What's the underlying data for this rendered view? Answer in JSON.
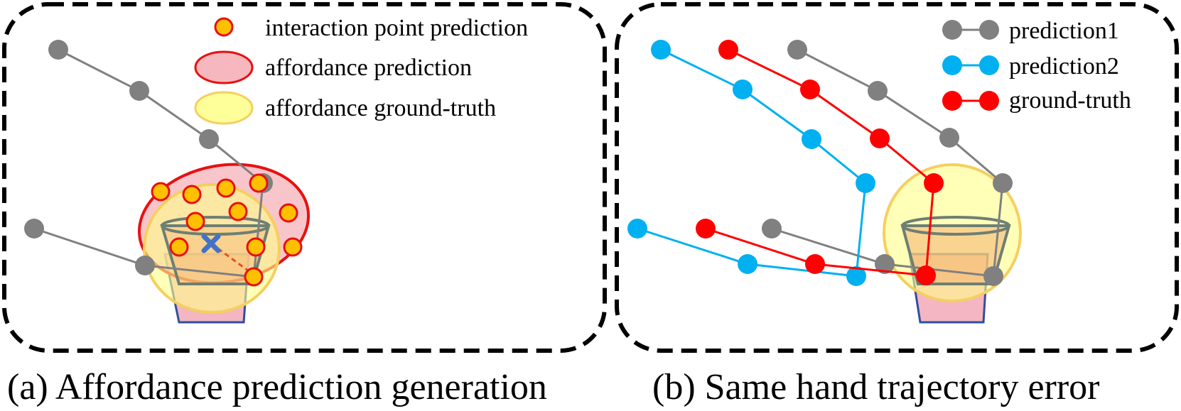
{
  "panel_a": {
    "caption": "(a) Affordance prediction generation",
    "legend": {
      "interaction_point": "interaction point prediction",
      "affordance_prediction": "affordance prediction",
      "affordance_ground_truth": "affordance ground-truth"
    }
  },
  "panel_b": {
    "caption": "(b) Same hand trajectory error",
    "legend": {
      "prediction1": "prediction1",
      "prediction2": "prediction2",
      "ground_truth": "ground-truth"
    }
  },
  "colors": {
    "gray_trajectory": "#808080",
    "blue_trajectory": "#00B0F0",
    "red_trajectory": "#FF0000",
    "interaction_point_fill": "#FFC000",
    "interaction_point_stroke": "#E81010",
    "affordance_prediction_fill": "#F4A6AE",
    "affordance_ground_truth_fill": "#FFFF99",
    "cup_base_fill": "#F4B6C2",
    "cup_base_stroke": "#2F4FA0",
    "center_marker": "#4472C4"
  }
}
